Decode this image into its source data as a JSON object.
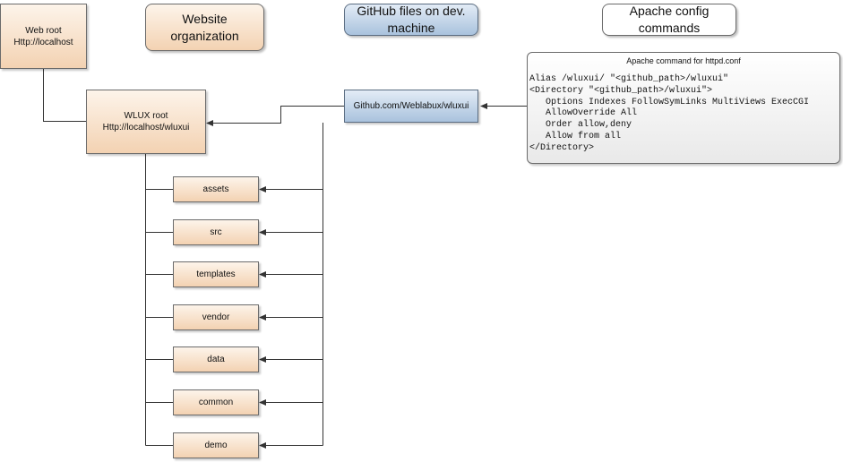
{
  "headers": {
    "website_org": [
      "Website",
      "organization"
    ],
    "github_files": [
      "GitHub files on dev.",
      "machine"
    ],
    "apache_config": [
      "Apache config",
      "commands"
    ]
  },
  "web_root": [
    "Web root",
    "Http://localhost"
  ],
  "wlux_root": [
    "WLUX root",
    "Http://localhost/wluxui"
  ],
  "github_repo": "Github.com/Weblabux/wluxui",
  "folders": [
    "assets",
    "src",
    "templates",
    "vendor",
    "data",
    "common",
    "demo"
  ],
  "apache_note": {
    "title": "Apache command for httpd.conf",
    "code": "Alias /wluxui/ \"<github_path>/wluxui\"\n<Directory \"<github_path>/wluxui\">\n   Options Indexes FollowSymLinks MultiViews ExecCGI\n   AllowOverride All\n   Order allow,deny\n   Allow from all\n</Directory>"
  },
  "colors": {
    "orange_top": "#fdf4ea",
    "orange_bottom": "#f3d2b2",
    "blue_top": "#e3ecf6",
    "blue_bottom": "#a9c2dd",
    "line": "#333333"
  }
}
